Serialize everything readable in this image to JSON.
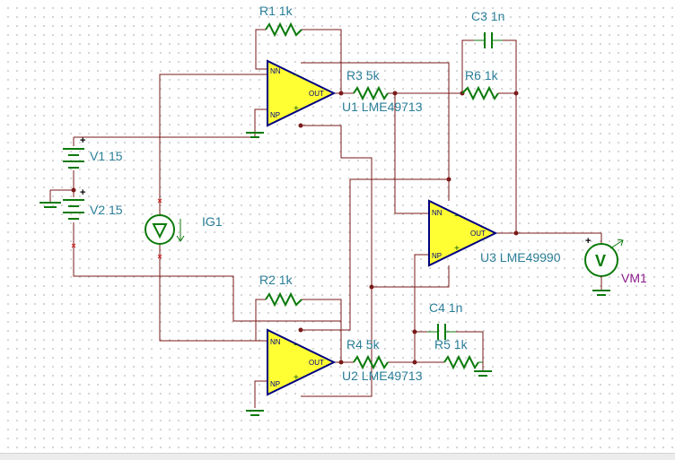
{
  "components": {
    "R1": "R1 1k",
    "R2": "R2 1k",
    "R3": "R3 5k",
    "R4": "R4 5k",
    "R5": "R5 1k",
    "R6": "R6 1k",
    "C3": "C3 1n",
    "C4": "C4 1n",
    "U1": "U1 LME49713",
    "U2": "U2 LME49713",
    "U3": "U3 LME49990",
    "V1": "V1 15",
    "V2": "V2 15",
    "IG1": "IG1",
    "VM1": "VM1"
  },
  "pins": {
    "nn": "NN",
    "np": "NP",
    "out": "OUT",
    "minus": "−",
    "plus": "+"
  },
  "symbols": {
    "plus": "+",
    "meter": "V"
  },
  "colors": {
    "wire": "#7a1a1a",
    "component": "#0b7a0b",
    "opamp_fill": "#ffff33",
    "opamp_outline": "#000080",
    "label": "#2a7e98",
    "meter_label": "#8a1a8a"
  }
}
